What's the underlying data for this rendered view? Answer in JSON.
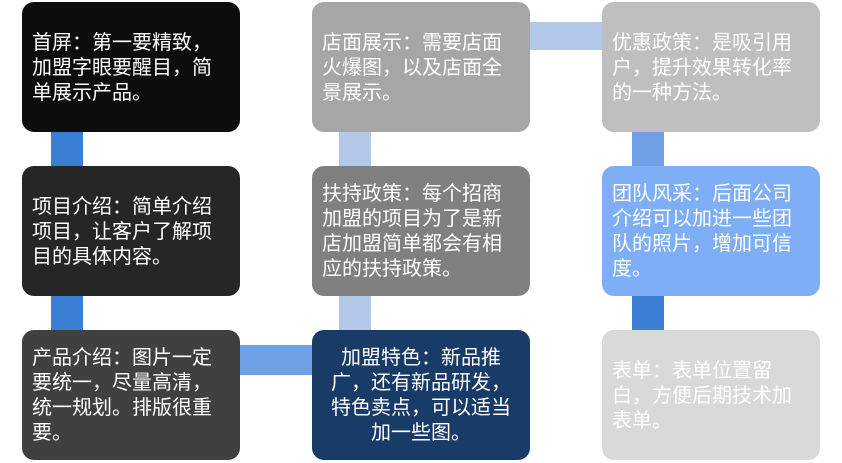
{
  "colors": {
    "box1": "#0d0d0d",
    "box2": "#a6a6a6",
    "box3": "#bfbfbf",
    "box4": "#262626",
    "box5": "#808080",
    "box6": "#7eaef5",
    "box7": "#404040",
    "box8": "#183b68",
    "box9": "#d9d9d9",
    "connector_dark_blue": "#3b7fd4",
    "connector_light_blue": "#b4c9ea",
    "connector_mid_blue": "#6f9fe4"
  },
  "boxes": [
    {
      "text": "首屏：第一要精致，加盟字眼要醒目，简单展示产品。"
    },
    {
      "text": "店面展示：需要店面火爆图，以及店面全景展示。"
    },
    {
      "text": "优惠政策：是吸引用户，提升效果转化率的一种方法。"
    },
    {
      "text": "项目介绍：简单介绍项目，让客户了解项目的具体内容。"
    },
    {
      "text": "扶持政策：每个招商加盟的项目为了是新店加盟简单都会有相应的扶持政策。"
    },
    {
      "text": "团队风采：后面公司介绍可以加进一些团队的照片，增加可信度。"
    },
    {
      "text": "产品介绍：图片一定要统一，尽量高清，统一规划。排版很重要。"
    },
    {
      "text": "加盟特色：新品推广，还有新品研发，特色卖点，可以适当加一些图。"
    },
    {
      "text": "表单：表单位置留白，方便后期技术加表单。"
    }
  ]
}
